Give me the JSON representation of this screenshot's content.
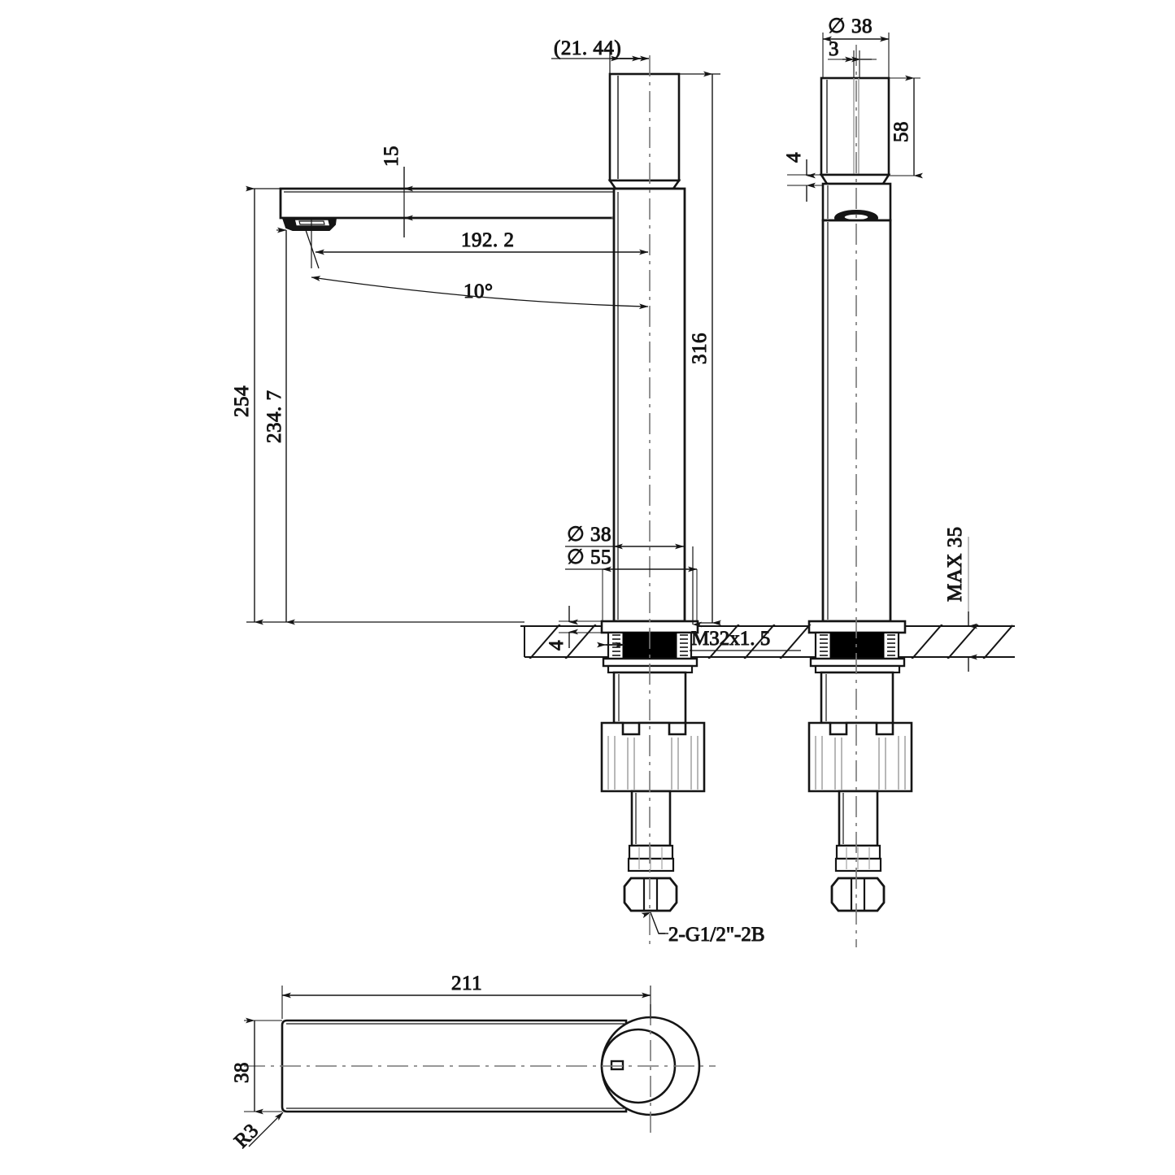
{
  "drawing": {
    "type": "engineering-drawing",
    "subject": "single-lever-basin-mixer-tap",
    "units": "mm",
    "views": [
      {
        "id": "front-view",
        "label": "front elevation"
      },
      {
        "id": "side-view",
        "label": "side elevation"
      },
      {
        "id": "top-view",
        "label": "plan view of spout"
      }
    ]
  },
  "dimensions": {
    "handle_offset": "(21. 44)",
    "spout_arm_height": "15",
    "spout_reach": "192. 2",
    "spout_angle": "10°",
    "overall_height_254": "254",
    "spout_outlet_height": "234. 7",
    "overall_height_316": "316",
    "body_diameter": "∅ 38",
    "base_diameter": "∅ 55",
    "escutcheon_thickness": "4",
    "thread_spec": "M32x1. 5",
    "deck_thickness_max": "MAX 35",
    "handle_diameter": "∅ 38",
    "handle_slot": "3",
    "handle_height": "58",
    "handle_collar": "4",
    "inlet_thread": "2-G1/2\"-2B",
    "plan_length": "211",
    "plan_width": "38",
    "plan_corner_radius": "R3"
  },
  "colors": {
    "line": "#151515",
    "thin_line": "#555555",
    "fill_solid": "#000000",
    "background": "#ffffff"
  }
}
